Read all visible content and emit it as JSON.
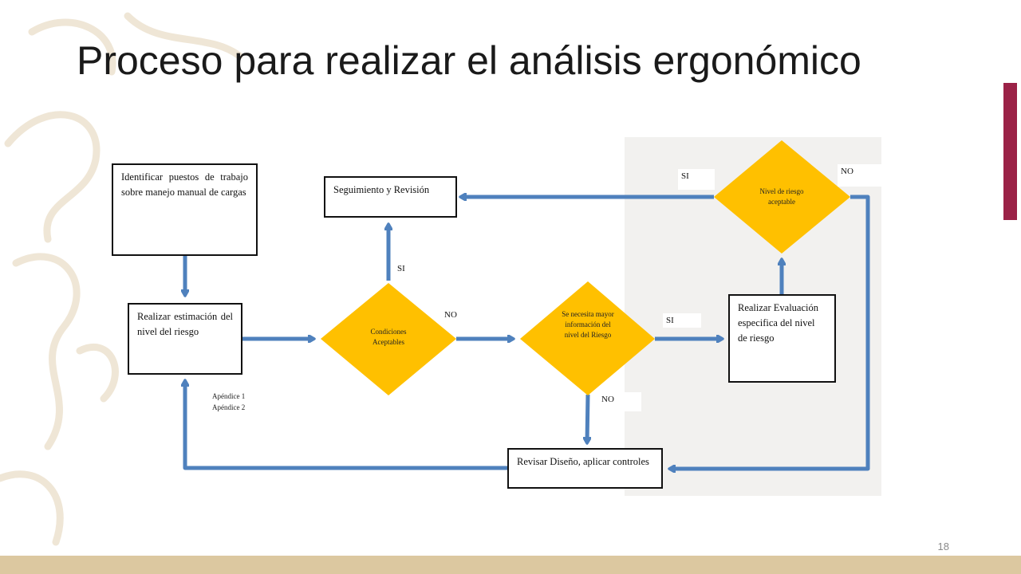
{
  "slide": {
    "title": "Proceso para realizar el análisis ergonómico",
    "page_number": "18",
    "accent_color": "#9b2247",
    "band_color": "#dcc8a0"
  },
  "flowchart": {
    "arrow_color": "#4f81bd",
    "decision_color": "#ffc000",
    "boxes": {
      "identify": "Identificar puestos de trabajo sobre manejo manual de cargas",
      "estimate": "Realizar estimación del nivel del riesgo",
      "followup": "Seguimiento y Revisión",
      "evaluate": "Realizar Evaluación especifica del nivel de riesgo",
      "review": "Revisar Diseño, aplicar controles"
    },
    "decisions": {
      "conditions": "Condiciones Aceptables",
      "more_info": "Se necesita mayor información del nivel del Riesgo",
      "risk_level": "Nivel de riesgo aceptable"
    },
    "edge_labels": {
      "conditions_si": "SI",
      "conditions_no": "NO",
      "more_info_si": "SI",
      "more_info_no": "NO",
      "risk_si": "SI",
      "risk_no": "NO"
    },
    "notes": {
      "appendix_1": "Apéndice 1",
      "appendix_2": "Apéndice 2"
    }
  }
}
